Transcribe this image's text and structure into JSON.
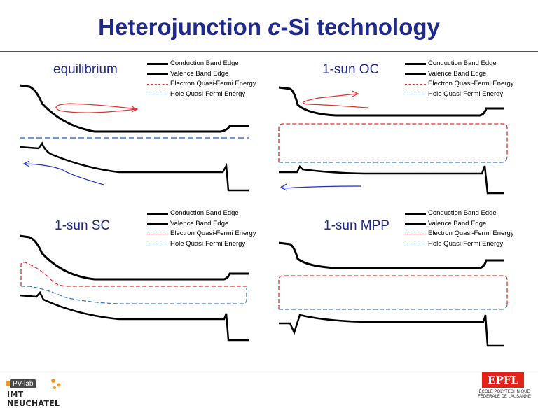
{
  "title": {
    "prefix": "Heterojunction ",
    "italic": "c",
    "suffix": "-Si technology"
  },
  "legend_items": [
    {
      "key": "cb",
      "label": "Conduction Band Edge",
      "color": "#000000"
    },
    {
      "key": "vb",
      "label": "Valence Band Edge",
      "color": "#000000"
    },
    {
      "key": "eq",
      "label": "Electron Quasi-Fermi Energy",
      "color": "#e03030"
    },
    {
      "key": "hq",
      "label": "Hole Quasi-Fermi Energy",
      "color": "#3a7ac8"
    }
  ],
  "panels": [
    {
      "label": "equilibrium"
    },
    {
      "label": "1-sun OC"
    },
    {
      "label": "1-sun SC"
    },
    {
      "label": "1-sun MPP"
    }
  ],
  "footer": {
    "left_logo_line1": "PV-lab",
    "left_logo_line2": "IMT NEUCHATEL",
    "right_logo_mark": "EPFL",
    "right_logo_text": "ÉCOLE POLYTECHNIQUE FÉDÉRALE DE LAUSANNE"
  },
  "icons": {
    "epfl": "epfl-logo-icon",
    "pvlab": "pvlab-logo-icon"
  }
}
